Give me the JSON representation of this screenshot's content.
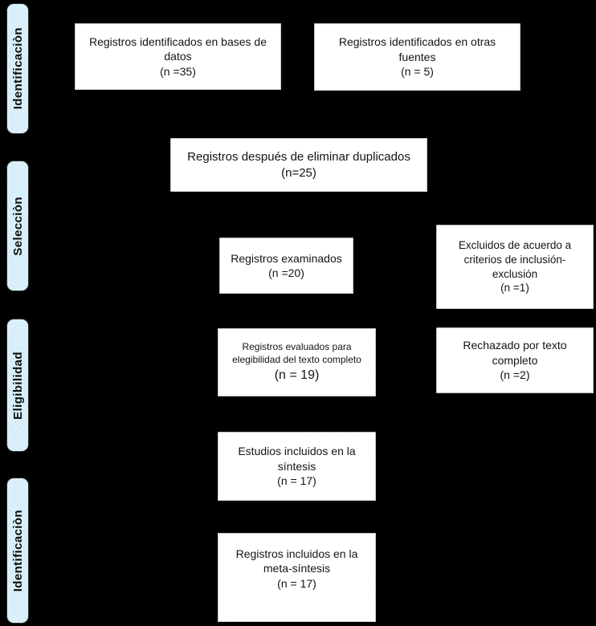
{
  "diagram": {
    "type": "prisma-flow",
    "background_color": "#000000",
    "stage_fill_color": "#C7E8F6",
    "box_fill_color": "#FFFFFF",
    "box_border_color": "#8F8F8F",
    "stages": [
      {
        "label": "Identificaciòn"
      },
      {
        "label": "Selecciòn"
      },
      {
        "label": "Eligibilidad"
      },
      {
        "label": "Identificaciòn"
      }
    ],
    "boxes": [
      {
        "body": "Registros identificados en bases de\ndatos",
        "n": "(n =35)"
      },
      {
        "body": "Registros identificados en otras\nfuentes",
        "n": "(n = 5)"
      },
      {
        "body": "Registros después de eliminar duplicados",
        "n": "(n=25)"
      },
      {
        "body": "Registros examinados",
        "n": "(n =20)"
      },
      {
        "body": "Excluidos de acuerdo a\ncriterios de inclusión-\nexclusión",
        "n": "(n =1)"
      },
      {
        "body": "Registros evaluados para\nelegibilidad del texto completo",
        "n": "(n = 19)"
      },
      {
        "body": "Rechazado por texto\ncompleto",
        "n": "(n =2)"
      },
      {
        "body": "Estudios incluidos en la\nsíntesis",
        "n": "(n = 17)"
      },
      {
        "body": "Registros incluidos en la\nmeta-síntesis",
        "n": "(n = 17)"
      }
    ]
  }
}
